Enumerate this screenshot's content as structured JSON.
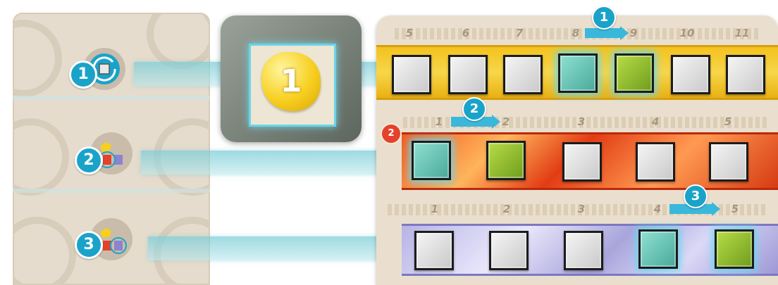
{
  "colors": {
    "action_blue": "#1aa3c9",
    "yellow_track": "#f3c21f",
    "red_track": "#f25a1d",
    "purple_track": "#b7b4e6",
    "cube_teal": "#4aa99a",
    "cube_green": "#6f9d1e",
    "cube_white": "#d9d9d9"
  },
  "left_panel": {
    "actions": [
      {
        "badge": "1",
        "icon": "rotate-cube-icon"
      },
      {
        "badge": "2",
        "icon": "gold-red-purple-icon"
      },
      {
        "badge": "3",
        "icon": "gold-red-purple-icon"
      }
    ]
  },
  "center_tile": {
    "gold_value": "1",
    "icon": "gold-nugget-icon"
  },
  "board": {
    "yellow_track": {
      "numbers": [
        "5",
        "6",
        "7",
        "8",
        "9",
        "10",
        "11"
      ],
      "cubes": [
        "white",
        "white",
        "white",
        "teal",
        "green",
        "white",
        "white"
      ],
      "step_badge": "1"
    },
    "red_track": {
      "badge": "2",
      "numbers": [
        "1",
        "2",
        "3",
        "4",
        "5"
      ],
      "cubes": [
        "teal",
        "green",
        "white",
        "white",
        "white"
      ],
      "step_badge": "2"
    },
    "purple_track": {
      "numbers": [
        "1",
        "2",
        "3",
        "4",
        "5"
      ],
      "cubes": [
        "white",
        "white",
        "white",
        "teal",
        "green"
      ],
      "step_badge": "3"
    }
  }
}
